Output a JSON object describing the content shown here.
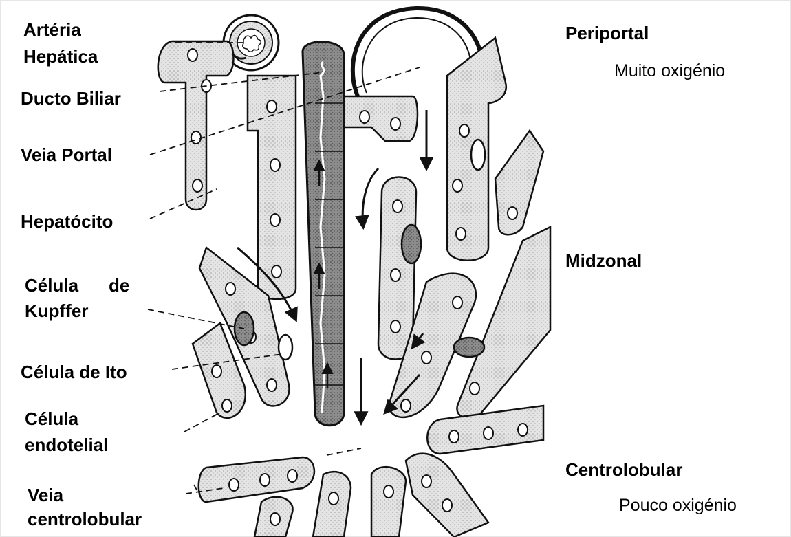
{
  "left_labels": {
    "arteria_hepatica_1": "Artéria",
    "arteria_hepatica_2": "Hepática",
    "ducto_biliar": "Ducto Biliar",
    "veia_portal": "Veia Portal",
    "hepatocito": "Hepatócito",
    "kupffer_1": "Célula",
    "kupffer_de": "de",
    "kupffer_2": "Kupffer",
    "ito": "Célula de Ito",
    "endotelial_1": "Célula",
    "endotelial_2": "endotelial",
    "centrolobular_vein_1": "Veia",
    "centrolobular_vein_2": "centrolobular"
  },
  "zones": {
    "periportal": "Periportal",
    "periportal_note": "Muito oxigénio",
    "midzonal": "Midzonal",
    "centrolobular": "Centrolobular",
    "centrolobular_note": "Pouco oxigénio"
  },
  "colors": {
    "ink": "#111111",
    "cell_fill": "#d9d9d9",
    "bile_duct_fill": "#8a8a8a",
    "background": "#ffffff"
  }
}
